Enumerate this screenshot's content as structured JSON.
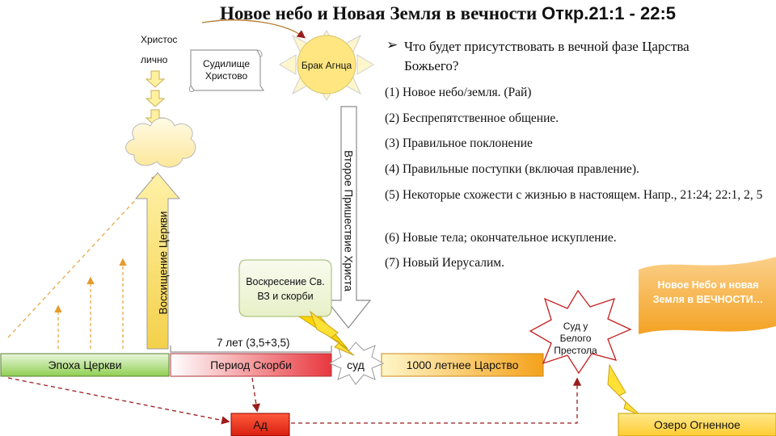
{
  "title": {
    "main": "Новое небо и Новая Земля в вечности",
    "ref": "Откр.21:1 - 22:5"
  },
  "top_left": {
    "christ": "Христос",
    "personally": "лично"
  },
  "scroll": "Судилище Христово",
  "sun": "Брак Агнца",
  "question": "Что будет присутствовать в вечной фазе Царства Божьего?",
  "items": [
    "(1) Новое небо/земля. (Рай)",
    "(2) Беспрепятственное общение.",
    "(3) Правильное поклонение",
    "(4) Правильные поступки (включая правление).",
    "(5) Некоторые схожести с жизнью в настоящем. Напр., 21:24; 22:1, 2, 5",
    "(6) Новые тела; окончательное искупление.",
    "(7) Новый Иерусалим."
  ],
  "rapture": "Восхищение Церкви",
  "second_coming": "Второе Пришествие Христа",
  "resurrection": "Воскресение Св. ВЗ и скорби",
  "seven_years": "7 лет (3,5+3,5)",
  "timeline": {
    "church_age": "Эпоха Церкви",
    "tribulation": "Период Скорби",
    "judgment": "суд",
    "millennium": "1000 летнее Царство"
  },
  "eternity": "Новое Небо и новая Земля в ВЕЧНОСТИ…",
  "white_throne": "Суд у Белого Престола",
  "hell": "Ад",
  "lake_of_fire": "Озеро Огненное",
  "colors": {
    "green": "#92d050",
    "pink": "#e6273a",
    "orange": "#f5a623",
    "yellow": "#ffd966",
    "gold": "#f7b84a",
    "dark_red": "#8b0000"
  }
}
